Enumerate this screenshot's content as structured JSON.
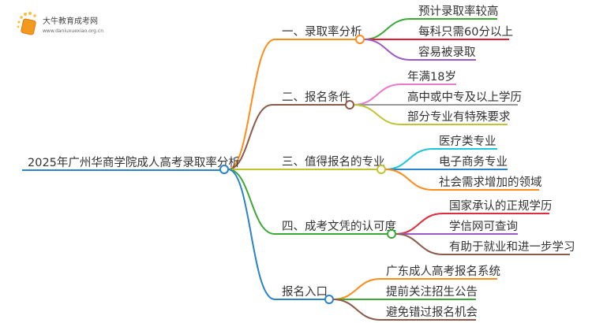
{
  "logo": {
    "name": "大牛教育成考网",
    "url": "www.daniuxuexiao.org.cn"
  },
  "root": {
    "label": "2025年广州华商学院成人高考录取率分析"
  },
  "branches": [
    {
      "label": "一、录取率分析",
      "color": "#ff8c1a",
      "children": [
        {
          "label": "预计录取率较高",
          "color": "#3aaa35"
        },
        {
          "label": "每科只需60分以上",
          "color": "#e8192c"
        },
        {
          "label": "容易被录取",
          "color": "#9b59c5"
        }
      ]
    },
    {
      "label": "二、报名条件",
      "color": "#8d5a4a",
      "children": [
        {
          "label": "年满18岁",
          "color": "#e87ad0"
        },
        {
          "label": "高中或中专及以上学历",
          "color": "#999999"
        },
        {
          "label": "部分专业有特殊要求",
          "color": "#c2c232"
        }
      ]
    },
    {
      "label": "三、值得报名的专业",
      "color": "#c2c232",
      "children": [
        {
          "label": "医疗类专业",
          "color": "#1ec6dc"
        },
        {
          "label": "电子商务专业",
          "color": "#2a82c8"
        },
        {
          "label": "社会需求增加的领域",
          "color": "#ff8c1a"
        }
      ]
    },
    {
      "label": "四、成考文凭的认可度",
      "color": "#3aaa35",
      "children": [
        {
          "label": "国家承认的正规学历",
          "color": "#e02d3c"
        },
        {
          "label": "学信网可查询",
          "color": "#9b59c5"
        },
        {
          "label": "有助于就业和进一步学习",
          "color": "#8d5a4a"
        }
      ]
    },
    {
      "label": "报名入口",
      "color": "#2a82c8",
      "children": [
        {
          "label": "广东成人高考报名系统",
          "color": "#ff8c1a"
        },
        {
          "label": "提前关注招生公告",
          "color": "#3aaa35"
        },
        {
          "label": "避免错过报名机会",
          "color": "#8d5a4a"
        }
      ]
    }
  ]
}
